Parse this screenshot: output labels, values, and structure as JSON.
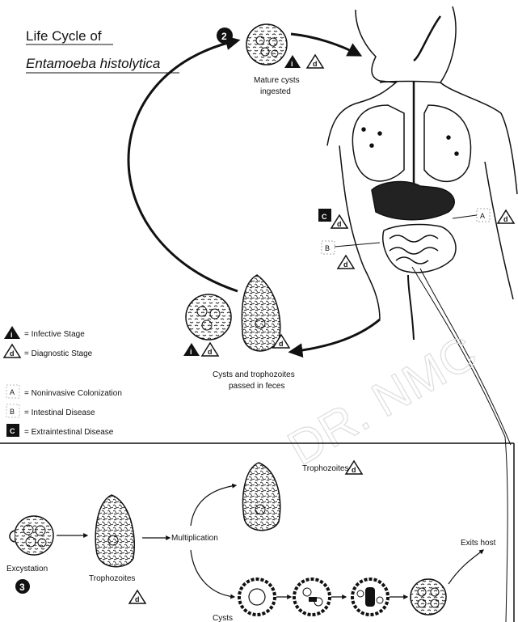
{
  "title": {
    "line1": "Life Cycle of",
    "line2": "Entamoeba histolytica"
  },
  "steps": {
    "step2": {
      "number": "2",
      "label_line1": "Mature cysts",
      "label_line2": "ingested"
    },
    "passed": {
      "label_line1": "Cysts and trophozoites",
      "label_line2": "passed in feces"
    },
    "step3": {
      "number": "3"
    }
  },
  "legend": {
    "infective": {
      "symbol": "i",
      "label": "= Infective Stage"
    },
    "diagnostic": {
      "symbol": "d",
      "label": "= Diagnostic Stage"
    },
    "noninvasive": {
      "symbol": "A",
      "label": "= Noninvasive Colonization"
    },
    "intestinal": {
      "symbol": "B",
      "label": "= Intestinal Disease"
    },
    "extraintestinal": {
      "symbol": "C",
      "label": "= Extraintestinal Disease"
    }
  },
  "body_markers": {
    "C": "C",
    "B": "B",
    "A": "A"
  },
  "inset": {
    "excystation": "Excystation",
    "trophozoites": "Trophozoites",
    "multiplication": "Multiplication",
    "trophozoites_top": "Trophozoites",
    "exits_host": "Exits host",
    "cysts": "Cysts"
  },
  "watermark": "DR. NMC"
}
